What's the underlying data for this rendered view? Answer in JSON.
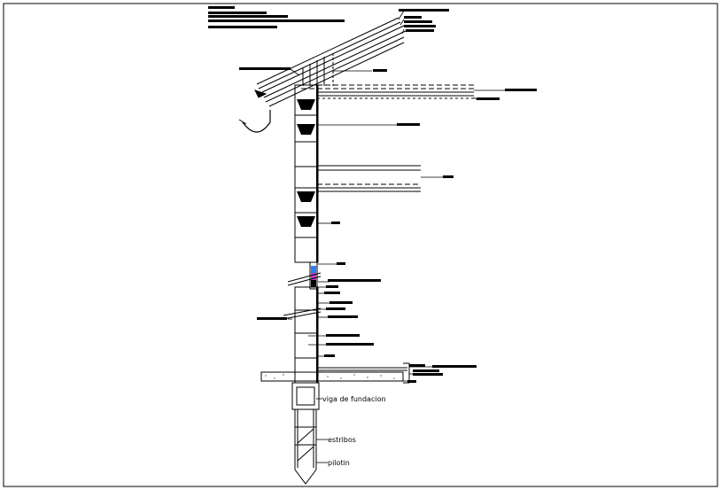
{
  "drawing": {
    "type": "cad-section-detail",
    "labels": {
      "foundation_beam": "viga de fundacion",
      "stirrups": "estribos",
      "pile": "pilotin"
    },
    "colors": {
      "line": "#000000",
      "highlight_blue": "#2a7fff",
      "highlight_magenta": "#cc33cc"
    }
  }
}
